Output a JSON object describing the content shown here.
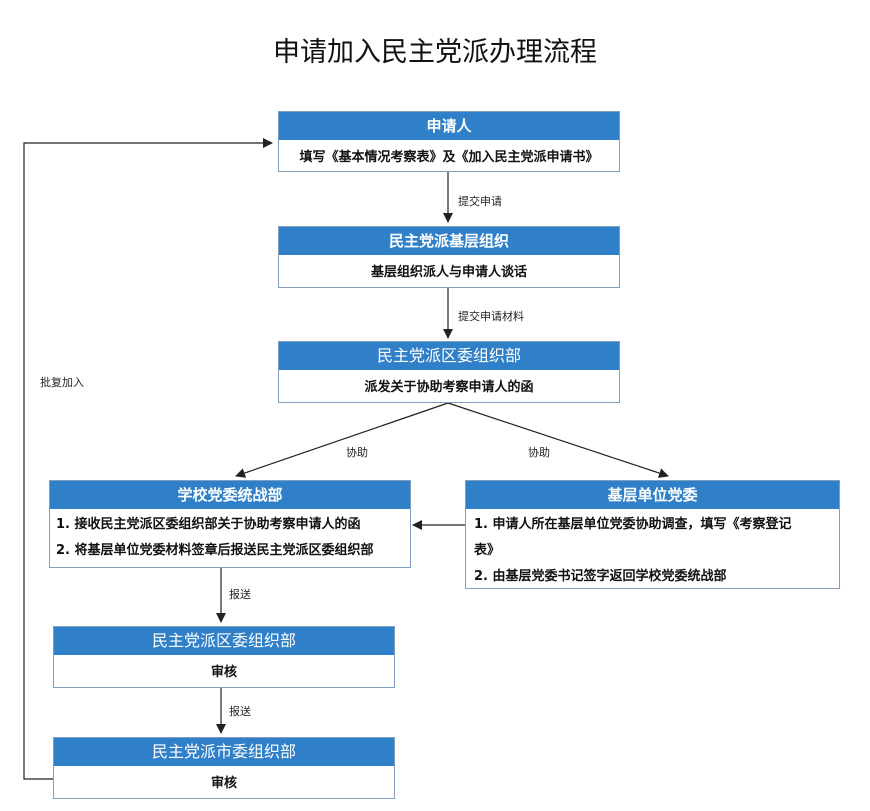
{
  "title": "申请加入民主党派办理流程",
  "nodes": {
    "applicant": {
      "head": "申请人",
      "body": "填写《基本情况考察表》及《加入民主党派申请书》"
    },
    "grassroots_org": {
      "head": "民主党派基层组织",
      "body": "基层组织派人与申请人谈话"
    },
    "district_dept_1": {
      "head": "民主党派区委组织部",
      "body": "派发关于协助考察申请人的函"
    },
    "school_united_front": {
      "head": "学校党委统战部",
      "lines": [
        "1. 接收民主党派区委组织部关于协助考察申请人的函",
        "2. 将基层单位党委材料签章后报送民主党派区委组织部"
      ]
    },
    "unit_party_committee": {
      "head": "基层单位党委",
      "lines": [
        "1. 申请人所在基层单位党委协助调查，填写《考察登记",
        "表》",
        "2. 由基层党委书记签字返回学校党委统战部"
      ]
    },
    "district_dept_2": {
      "head": "民主党派区委组织部",
      "body": "审核"
    },
    "city_dept": {
      "head": "民主党派市委组织部",
      "body": "审核"
    }
  },
  "edge_labels": {
    "submit_application": "提交申请",
    "submit_materials": "提交申请材料",
    "assist_left": "协助",
    "assist_right": "协助",
    "report_1": "报送",
    "report_2": "报送",
    "approve_join": "批复加入"
  },
  "colors": {
    "header_blue": "#2f80c8",
    "border": "#7f9fbd",
    "arrow": "#222222"
  }
}
